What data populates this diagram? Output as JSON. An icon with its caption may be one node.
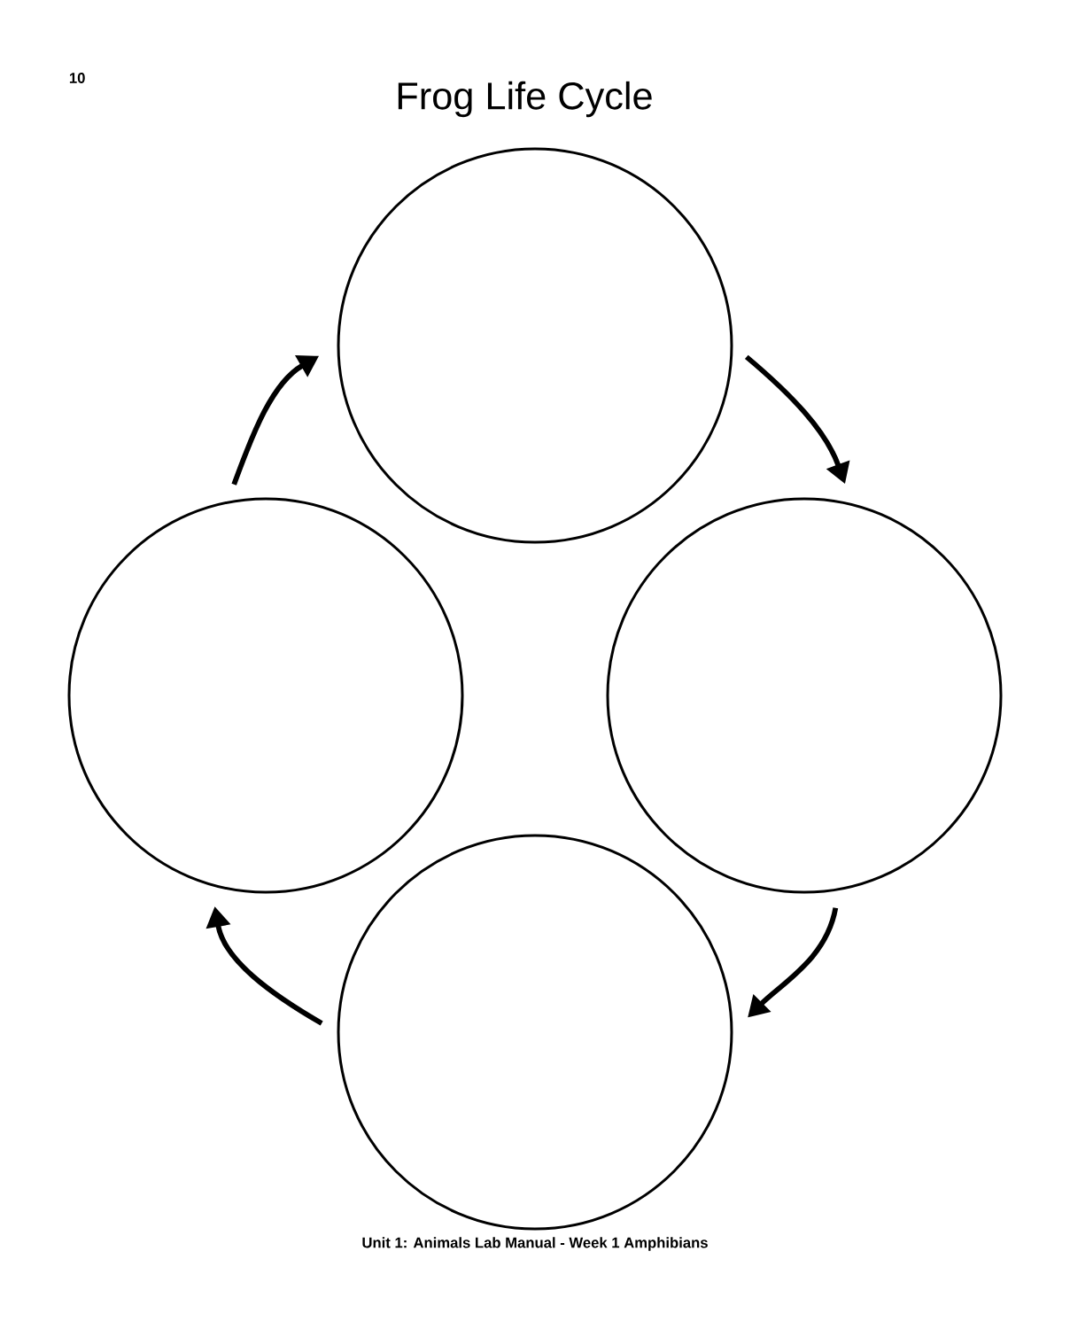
{
  "diagram": {
    "title": "Frog Life Cycle",
    "nodes": [
      {
        "text": [],
        "shape": "circle"
      },
      {
        "text": [],
        "shape": "circle"
      },
      {
        "text": [],
        "shape": "circle"
      },
      {
        "text": [],
        "shape": "circle"
      }
    ],
    "edges": [
      {
        "from": 0,
        "to": 2,
        "arrow": "to"
      },
      {
        "from": 2,
        "to": 3,
        "arrow": "to"
      },
      {
        "from": 3,
        "to": 1,
        "arrow": "to"
      },
      {
        "from": 1,
        "to": 0,
        "arrow": "to"
      }
    ],
    "labels": [
      "10",
      "Unit 1: Animals Lab Manual - Week 1 Amphibians"
    ]
  }
}
